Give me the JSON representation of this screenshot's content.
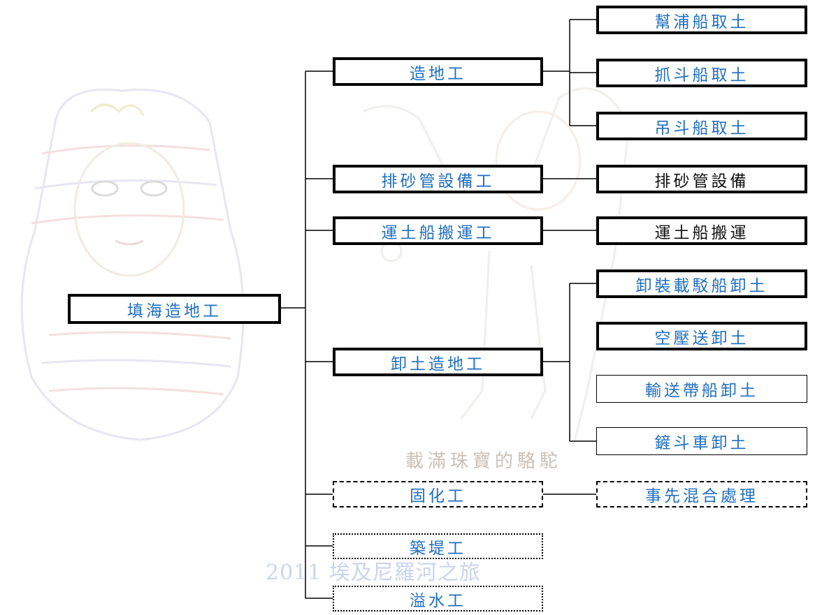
{
  "diagram": {
    "root": "填海造地工",
    "level1": [
      {
        "id": "n_zaodi",
        "label": "造地工"
      },
      {
        "id": "n_paisha",
        "label": "排砂管設備工"
      },
      {
        "id": "n_yuntu",
        "label": "運土船搬運工"
      },
      {
        "id": "n_xietu",
        "label": "卸土造地工"
      },
      {
        "id": "n_guhua",
        "label": "固化工"
      },
      {
        "id": "n_zhudi",
        "label": "築堤工"
      },
      {
        "id": "n_yishui",
        "label": "溢水工"
      }
    ],
    "level2": [
      {
        "id": "n_bangpu",
        "label": "幫浦船取土",
        "parent": "造地工"
      },
      {
        "id": "n_zhuadou",
        "label": "抓斗船取土",
        "parent": "造地工"
      },
      {
        "id": "n_diaodou",
        "label": "吊斗船取土",
        "parent": "造地工"
      },
      {
        "id": "n_paisha_eq",
        "label": "排砂管設備",
        "parent": "排砂管設備工"
      },
      {
        "id": "n_yuntu_op",
        "label": "運土船搬運",
        "parent": "運土船搬運工"
      },
      {
        "id": "n_xiezhuang",
        "label": "卸裝載駁船卸土",
        "parent": "卸土造地工"
      },
      {
        "id": "n_kongya",
        "label": "空壓送卸土",
        "parent": "卸土造地工"
      },
      {
        "id": "n_shusong",
        "label": "輸送帶船卸土",
        "parent": "卸土造地工"
      },
      {
        "id": "n_chandou",
        "label": "鏟斗車卸土",
        "parent": "卸土造地工"
      },
      {
        "id": "n_shixian",
        "label": "事先混合處理",
        "parent": "固化工"
      }
    ]
  },
  "background": {
    "watermark": "2011 埃及尼羅河之旅",
    "caption": "載滿珠寶的駱駝"
  },
  "colors": {
    "label_blue": "#1f6fc0",
    "label_black": "#111111",
    "watermark_blue": "#b9c8e6"
  }
}
